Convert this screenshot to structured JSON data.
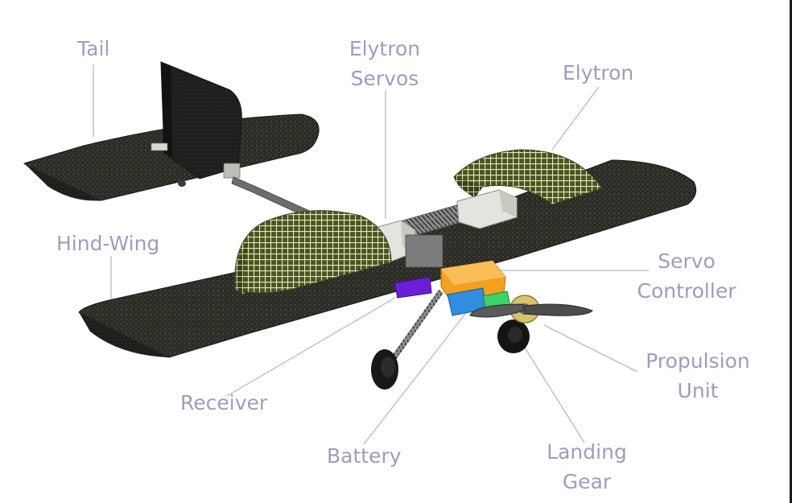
{
  "labels": {
    "tail": "Tail",
    "elytron_servos_1": "Elytron",
    "elytron_servos_2": "Servos",
    "elytron": "Elytron",
    "hind_wing": "Hind-Wing",
    "servo_controller_1": "Servo",
    "servo_controller_2": "Controller",
    "propulsion_unit_1": "Propulsion",
    "propulsion_unit_2": "Unit",
    "receiver": "Receiver",
    "battery": "Battery",
    "landing_gear_1": "Landing",
    "landing_gear_2": "Gear"
  },
  "colors": {
    "label_text": "#9e9dbd",
    "leader_line": "#b9b8cf",
    "foam_surface": "#2b2b26",
    "elytron_mesh": "#d9e3a2",
    "servo_controller": "#f4a020",
    "receiver": "#6a1fd6",
    "battery": "#2f8ee0",
    "propulsion_green": "#3bd36a"
  }
}
